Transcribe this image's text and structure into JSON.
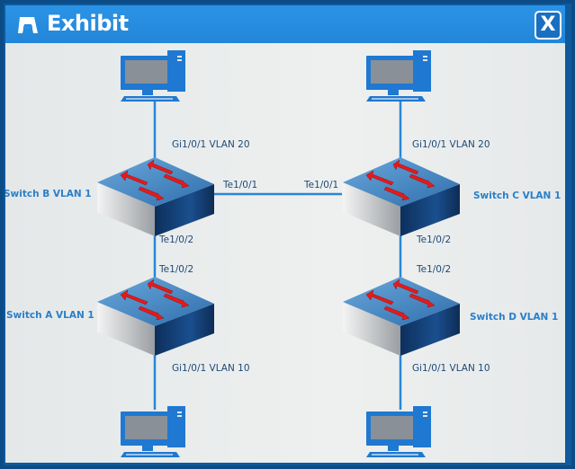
{
  "window": {
    "title": "Exhibit",
    "close_label": "X",
    "icon": "exhibit-icon"
  },
  "colors": {
    "link": "#2a86d6",
    "switch_top": "#3c86c4",
    "arrow": "#e31b1b",
    "pc": "#1f78d1",
    "titlebar": "#2b93e6"
  },
  "diagram": {
    "switches": [
      {
        "id": "B",
        "label": "Switch B VLAN 1"
      },
      {
        "id": "C",
        "label": "Switch C VLAN 1"
      },
      {
        "id": "A",
        "label": "Switch A VLAN 1"
      },
      {
        "id": "D",
        "label": "Switch D VLAN 1"
      }
    ],
    "ports": {
      "b_pc": "Gi1/0/1 VLAN 20",
      "c_pc": "Gi1/0/1 VLAN 20",
      "b_c_left": "Te1/0/1",
      "b_c_right": "Te1/0/1",
      "b_down": "Te1/0/2",
      "a_up": "Te1/0/2",
      "c_down": "Te1/0/2",
      "d_up": "Te1/0/2",
      "a_pc": "Gi1/0/1 VLAN 10",
      "d_pc": "Gi1/0/1 VLAN 10"
    }
  }
}
